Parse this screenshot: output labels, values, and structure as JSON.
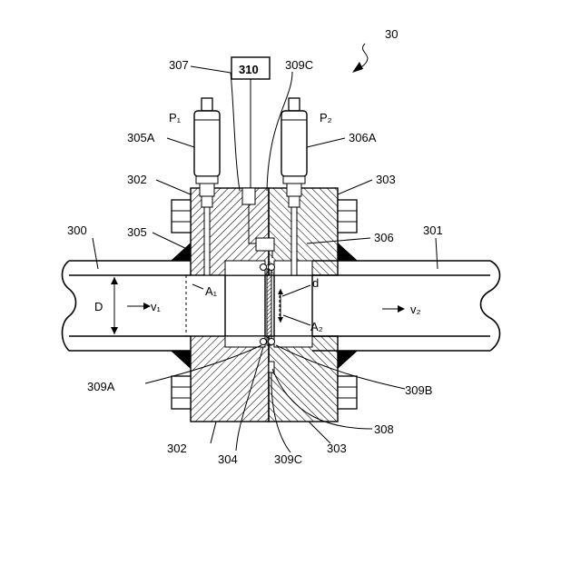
{
  "diagram": {
    "labels": {
      "figure_number": "30",
      "processor": "310",
      "pipe_left": "300",
      "pipe_right": "301",
      "flange_left_top": "302",
      "flange_right_top": "303",
      "flange_left_bottom": "302",
      "flange_right_bottom": "303",
      "orifice_plate": "304",
      "weld_left": "305",
      "weld_right": "306",
      "sensor_left": "305A",
      "sensor_right": "306A",
      "pressure_left": "P₁",
      "pressure_right": "P₂",
      "tap_pipe": "307",
      "seal_top": "309C",
      "seal_bottom": "309C",
      "seal_left": "309A",
      "seal_right": "309B",
      "gasket": "308",
      "diameter": "D",
      "velocity_left": "v₁",
      "velocity_right": "v₂",
      "area_left": "A₁",
      "area_right": "A₂",
      "orifice_d": "d"
    }
  }
}
